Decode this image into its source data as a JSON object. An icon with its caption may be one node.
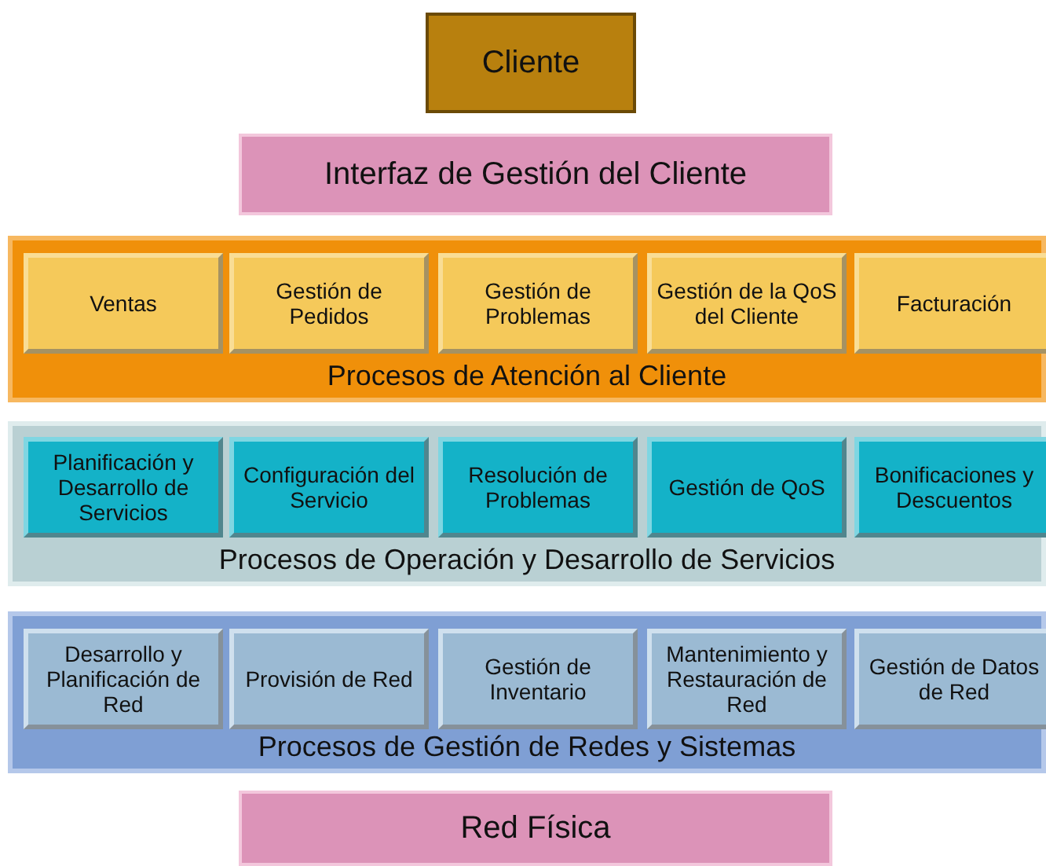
{
  "diagram": {
    "nodes": [
      {
        "text": [
          "Cliente"
        ]
      },
      {
        "text": [
          "Interfaz de Gestión del Cliente"
        ]
      },
      {
        "text": [
          "Procesos de Atención al Cliente"
        ]
      },
      {
        "text": [
          "Ventas"
        ],
        "in": 2
      },
      {
        "text": [
          "Gestión de Pedidos"
        ],
        "in": 2
      },
      {
        "text": [
          "Gestión de Problemas"
        ],
        "in": 2
      },
      {
        "text": [
          "Gestión de la QoS del Cliente"
        ],
        "in": 2
      },
      {
        "text": [
          "Facturación"
        ],
        "in": 2
      },
      {
        "text": [
          "Procesos de Operación y Desarrollo de Servicios"
        ]
      },
      {
        "text": [
          "Planificación y Desarrollo de Servicios"
        ],
        "in": 8
      },
      {
        "text": [
          "Configuración del Servicio"
        ],
        "in": 8
      },
      {
        "text": [
          "Resolución de Problemas"
        ],
        "in": 8
      },
      {
        "text": [
          "Gestión de QoS"
        ],
        "in": 8
      },
      {
        "text": [
          "Bonificaciones y Descuentos"
        ],
        "in": 8
      },
      {
        "text": [
          "Procesos de Gestión de Redes y Sistemas"
        ]
      },
      {
        "text": [
          "Desarrollo y Planificación de Red"
        ],
        "in": 14
      },
      {
        "text": [
          "Provisión de Red"
        ],
        "in": 14
      },
      {
        "text": [
          "Gestión de Inventario"
        ],
        "in": 14
      },
      {
        "text": [
          "Mantenimiento y Restauración de Red"
        ],
        "in": 14
      },
      {
        "text": [
          "Gestión de Datos de Red"
        ],
        "in": 14
      },
      {
        "text": [
          "Red Física"
        ]
      }
    ],
    "edges": []
  }
}
